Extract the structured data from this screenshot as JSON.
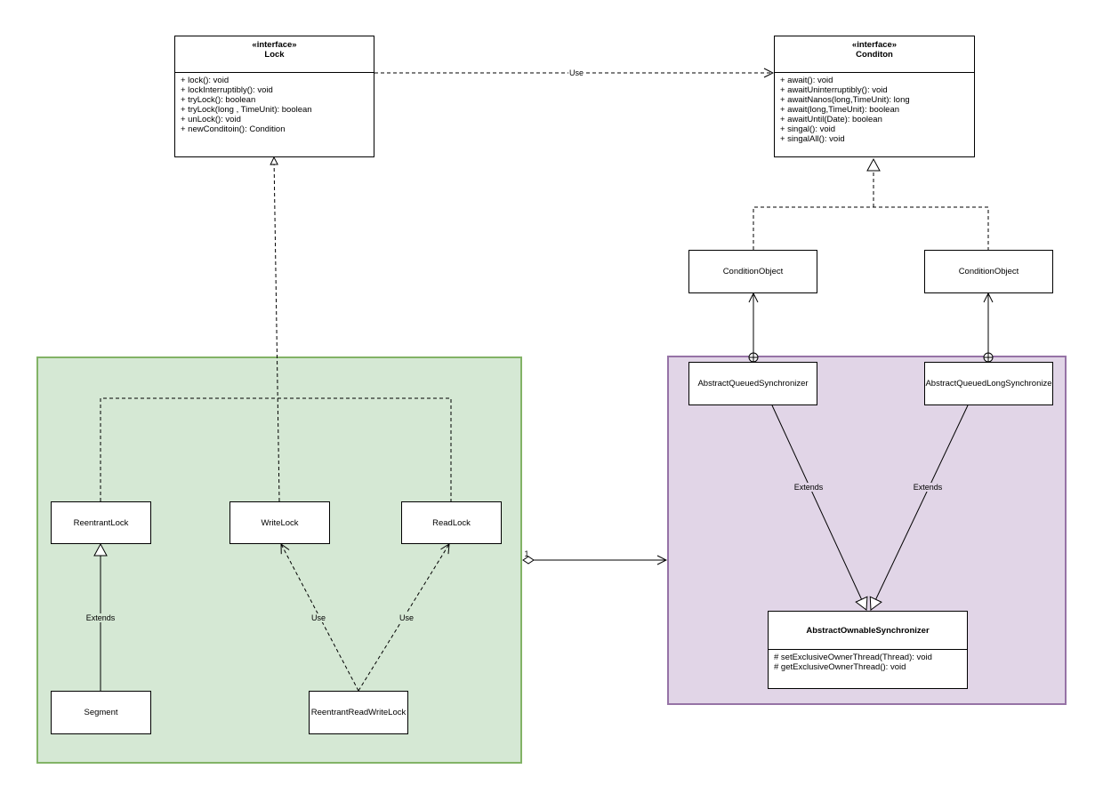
{
  "interfaces": {
    "lock": {
      "stereotype": "«interface»",
      "name": "Lock",
      "members": [
        "+ lock(): void",
        "+ lockInterruptibly(): void",
        "+ tryLock(): boolean",
        "+ tryLock(long , TimeUnit): boolean",
        "+ unLock(): void",
        "+ newConditoin(): Condition"
      ]
    },
    "condition": {
      "stereotype": "«interface»",
      "name": "Conditon",
      "members": [
        "+ await(): void",
        "+ awaitUninterruptibly(): void",
        "+ awaitNanos(long,TimeUnit): long",
        "+ await(long,TimeUnit): boolean",
        "+ awaitUntil(Date): boolean",
        "+ singal(): void",
        "+ singalAll(): void"
      ]
    }
  },
  "classes": {
    "condition_object_left": "ConditionObject",
    "condition_object_right": "ConditionObject",
    "aqs": "AbstractQueuedSynchronizer",
    "aqls": "AbstractQueuedLongSynchronize",
    "reentrant_lock": "ReentrantLock",
    "write_lock": "WriteLock",
    "read_lock": "ReadLock",
    "segment": "Segment",
    "reentrant_rw_lock": "ReentrantReadWriteLock",
    "aos": {
      "name": "AbstractOwnableSynchronizer",
      "members": [
        "# setExclusiveOwnerThread(Thread): void",
        "# getExclusiveOwnerThread(): void"
      ]
    }
  },
  "edge_labels": {
    "use_top": "Use",
    "extends_aqs": "Extends",
    "extends_aqls": "Extends",
    "extends_segment": "Extends",
    "use_write": "Use",
    "use_read": "Use",
    "multiplicity": "1"
  }
}
